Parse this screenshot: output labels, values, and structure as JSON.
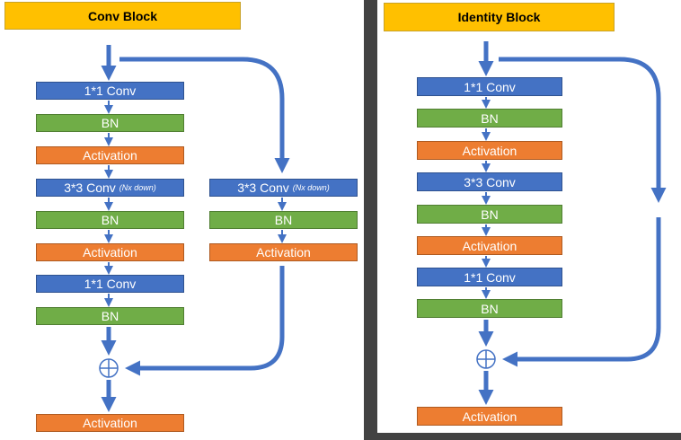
{
  "conv_block": {
    "title": "Conv Block",
    "main_path": [
      {
        "label": "1*1 Conv",
        "suffix": "",
        "color": "#4472C4"
      },
      {
        "label": "BN",
        "suffix": "",
        "color": "#70AD47"
      },
      {
        "label": "Activation",
        "suffix": "",
        "color": "#ED7D31"
      },
      {
        "label": "3*3 Conv",
        "suffix": "(Nx down)",
        "color": "#4472C4"
      },
      {
        "label": "BN",
        "suffix": "",
        "color": "#70AD47"
      },
      {
        "label": "Activation",
        "suffix": "",
        "color": "#ED7D31"
      },
      {
        "label": "1*1 Conv",
        "suffix": "",
        "color": "#4472C4"
      },
      {
        "label": "BN",
        "suffix": "",
        "color": "#70AD47"
      }
    ],
    "shortcut_path": [
      {
        "label": "3*3 Conv",
        "suffix": "(Nx down)",
        "color": "#4472C4"
      },
      {
        "label": "BN",
        "suffix": "",
        "color": "#70AD47"
      },
      {
        "label": "Activation",
        "suffix": "",
        "color": "#ED7D31"
      }
    ],
    "output": {
      "label": "Activation",
      "color": "#ED7D31"
    }
  },
  "identity_block": {
    "title": "Identity Block",
    "main_path": [
      {
        "label": "1*1 Conv",
        "color": "#4472C4"
      },
      {
        "label": "BN",
        "color": "#70AD47"
      },
      {
        "label": "Activation",
        "color": "#ED7D31"
      },
      {
        "label": "3*3 Conv",
        "color": "#4472C4"
      },
      {
        "label": "BN",
        "color": "#70AD47"
      },
      {
        "label": "Activation",
        "color": "#ED7D31"
      },
      {
        "label": "1*1 Conv",
        "color": "#4472C4"
      },
      {
        "label": "BN",
        "color": "#70AD47"
      }
    ],
    "output": {
      "label": "Activation",
      "color": "#ED7D31"
    }
  },
  "colors": {
    "arrow": "#4472C4",
    "title_bg": "#FFC000",
    "divider": "#424242"
  }
}
